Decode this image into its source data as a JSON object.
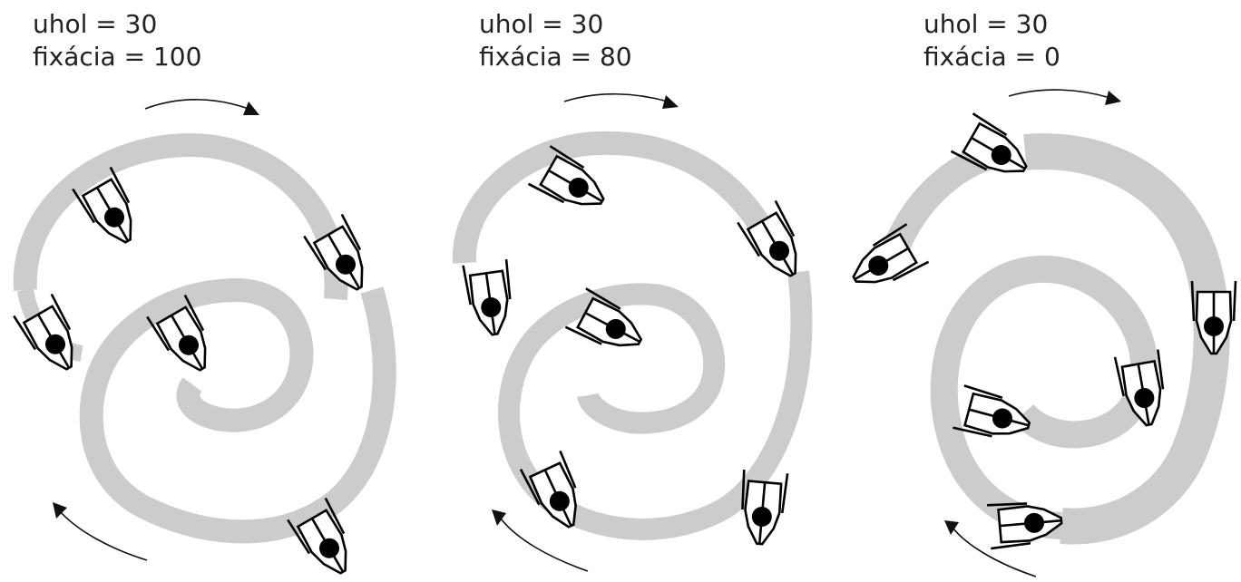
{
  "panels": [
    {
      "angle_line": "uhol = 30",
      "fixation_line": "fixácia = 100",
      "angle": 30,
      "fixation": 100
    },
    {
      "angle_line": "uhol = 30",
      "fixation_line": "fixácia = 80",
      "angle": 30,
      "fixation": 80
    },
    {
      "angle_line": "uhol = 30",
      "fixation_line": "fixácia = 0",
      "angle": 30,
      "fixation": 0
    }
  ],
  "colors": {
    "stroke_band": "#cccccc",
    "ink": "#000000",
    "text": "#222222",
    "background": "#ffffff"
  },
  "icons": {
    "nib": "fountain-pen-nib-icon",
    "arrow": "rotation-arrow-icon"
  }
}
